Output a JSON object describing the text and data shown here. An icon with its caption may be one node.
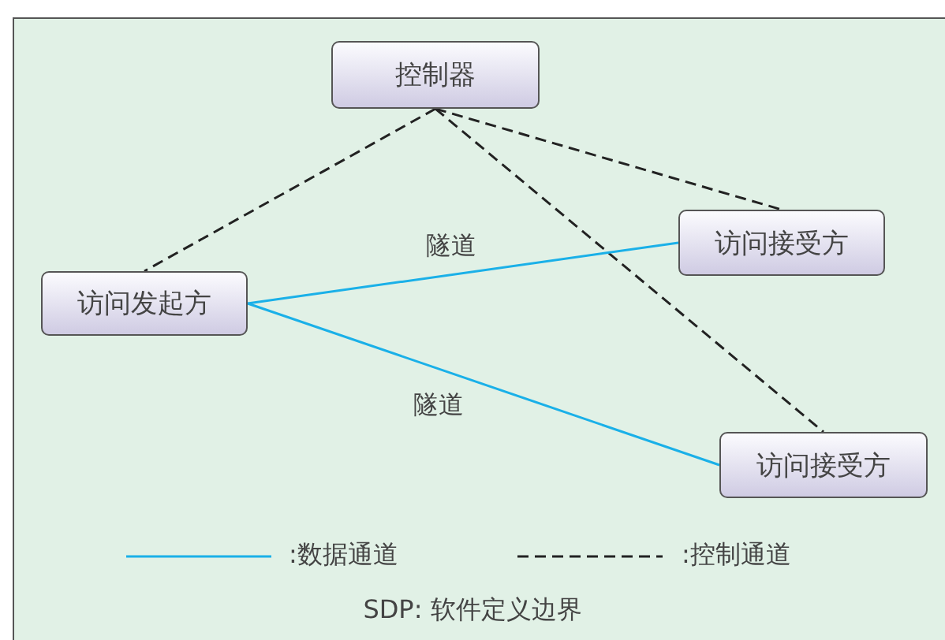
{
  "diagram": {
    "caption": "SDP: 软件定义边界",
    "nodes": [
      {
        "text": [
          "控制器"
        ]
      },
      {
        "text": [
          "访问发起方"
        ]
      },
      {
        "text": [
          "访问接受方"
        ]
      },
      {
        "text": [
          "访问接受方"
        ]
      }
    ],
    "edges": [
      {
        "from": 0,
        "to": 1,
        "arrow": "none",
        "style": "dashed"
      },
      {
        "from": 0,
        "to": 2,
        "arrow": "none",
        "style": "dashed"
      },
      {
        "from": 0,
        "to": 3,
        "arrow": "none",
        "style": "dashed"
      },
      {
        "from": 1,
        "to": 2,
        "arrow": "none",
        "label": "隧道",
        "color": "#1ab0e8"
      },
      {
        "from": 1,
        "to": 3,
        "arrow": "none",
        "label": "隧道",
        "color": "#1ab0e8"
      }
    ],
    "legend": [
      {
        "text": ":数据通道"
      },
      {
        "text": ":控制通道"
      }
    ]
  }
}
